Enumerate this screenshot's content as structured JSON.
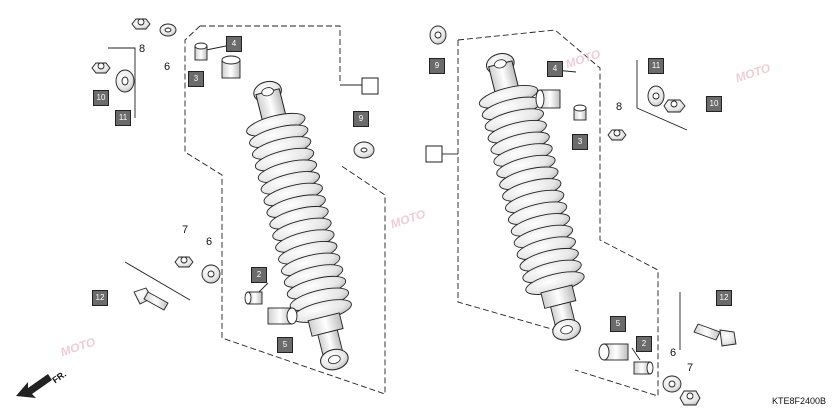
{
  "diagram_code": "KTE8F2400B",
  "front_label": "FR.",
  "watermark_text": "MOTO",
  "colors": {
    "line": "#222222",
    "box_fill": "#6b6b6b",
    "box_text": "#ffffff",
    "watermark": "#e9b9c3"
  },
  "plain_labels": [
    "8",
    "6",
    "7",
    "6",
    "8",
    "6",
    "7"
  ],
  "boxed_labels": [
    "4",
    "3",
    "10",
    "11",
    "9",
    "2",
    "5",
    "12",
    "9",
    "4",
    "3",
    "11",
    "10",
    "5",
    "2",
    "12"
  ],
  "icons": [
    "front-arrow-icon",
    "spring-coil-icon",
    "nut-icon",
    "washer-icon",
    "bolt-icon",
    "bushing-icon"
  ]
}
